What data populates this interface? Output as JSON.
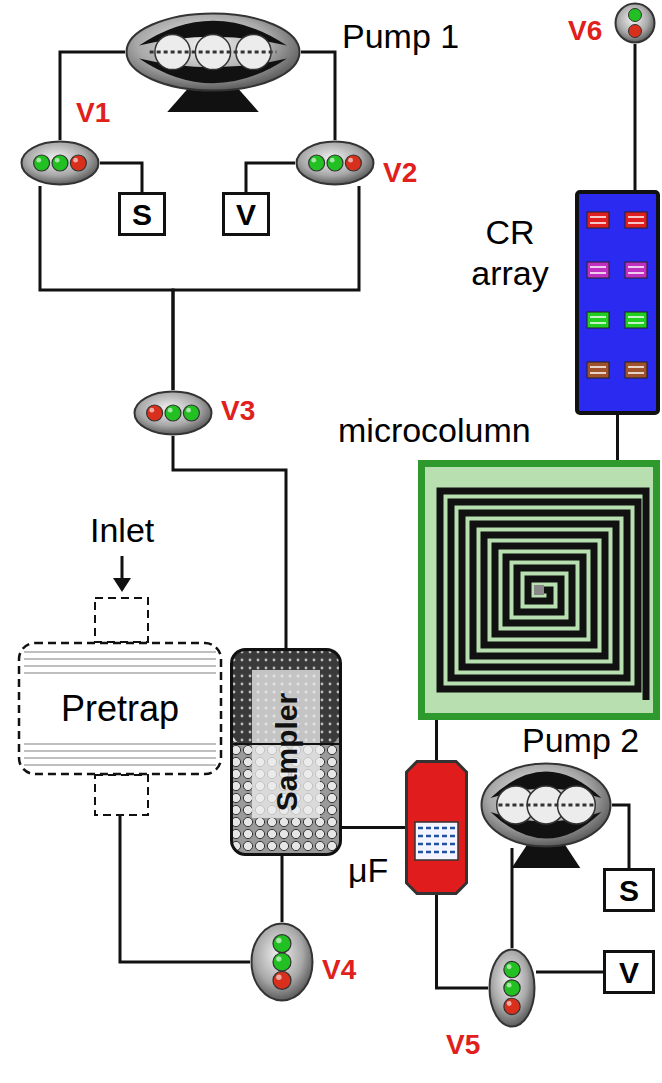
{
  "diagram": {
    "nodes": [
      {
        "text": [
          "Pump 1"
        ]
      },
      {
        "text": [
          "V1"
        ]
      },
      {
        "text": [
          "V2"
        ]
      },
      {
        "text": [
          "S"
        ]
      },
      {
        "text": [
          "V"
        ]
      },
      {
        "text": [
          "V6"
        ]
      },
      {
        "text": [
          "CR array"
        ]
      },
      {
        "text": [
          "V3"
        ]
      },
      {
        "text": [
          "microcolumn"
        ]
      },
      {
        "text": [
          "Pretrap"
        ]
      },
      {
        "text": [
          "Sampler"
        ]
      },
      {
        "text": [
          "Pump 2"
        ]
      },
      {
        "text": [
          "μF"
        ]
      },
      {
        "text": [
          "S"
        ]
      },
      {
        "text": [
          "V4"
        ]
      },
      {
        "text": [
          "V5"
        ]
      },
      {
        "text": [
          "V"
        ]
      }
    ],
    "edges": [
      {
        "from": 1,
        "to": 0,
        "arrow": "none"
      },
      {
        "from": 0,
        "to": 2,
        "arrow": "none"
      },
      {
        "from": 1,
        "to": 3,
        "arrow": "none"
      },
      {
        "from": 2,
        "to": 4,
        "arrow": "none"
      },
      {
        "from": 1,
        "to": 7,
        "arrow": "none"
      },
      {
        "from": 2,
        "to": 7,
        "arrow": "none"
      },
      {
        "from": 7,
        "to": 10,
        "arrow": "none"
      },
      {
        "from": 9,
        "to": 14,
        "arrow": "none"
      },
      {
        "from": 10,
        "to": 14,
        "arrow": "none"
      },
      {
        "from": 10,
        "to": 12,
        "arrow": "none"
      },
      {
        "from": 12,
        "to": 8,
        "arrow": "none"
      },
      {
        "from": 12,
        "to": 15,
        "arrow": "none"
      },
      {
        "from": 11,
        "to": 15,
        "arrow": "none"
      },
      {
        "from": 11,
        "to": 13,
        "arrow": "none"
      },
      {
        "from": 15,
        "to": 16,
        "arrow": "none"
      },
      {
        "from": 8,
        "to": 6,
        "arrow": "none"
      },
      {
        "from": 6,
        "to": 5,
        "arrow": "none"
      }
    ],
    "labels": [
      "Inlet"
    ]
  }
}
